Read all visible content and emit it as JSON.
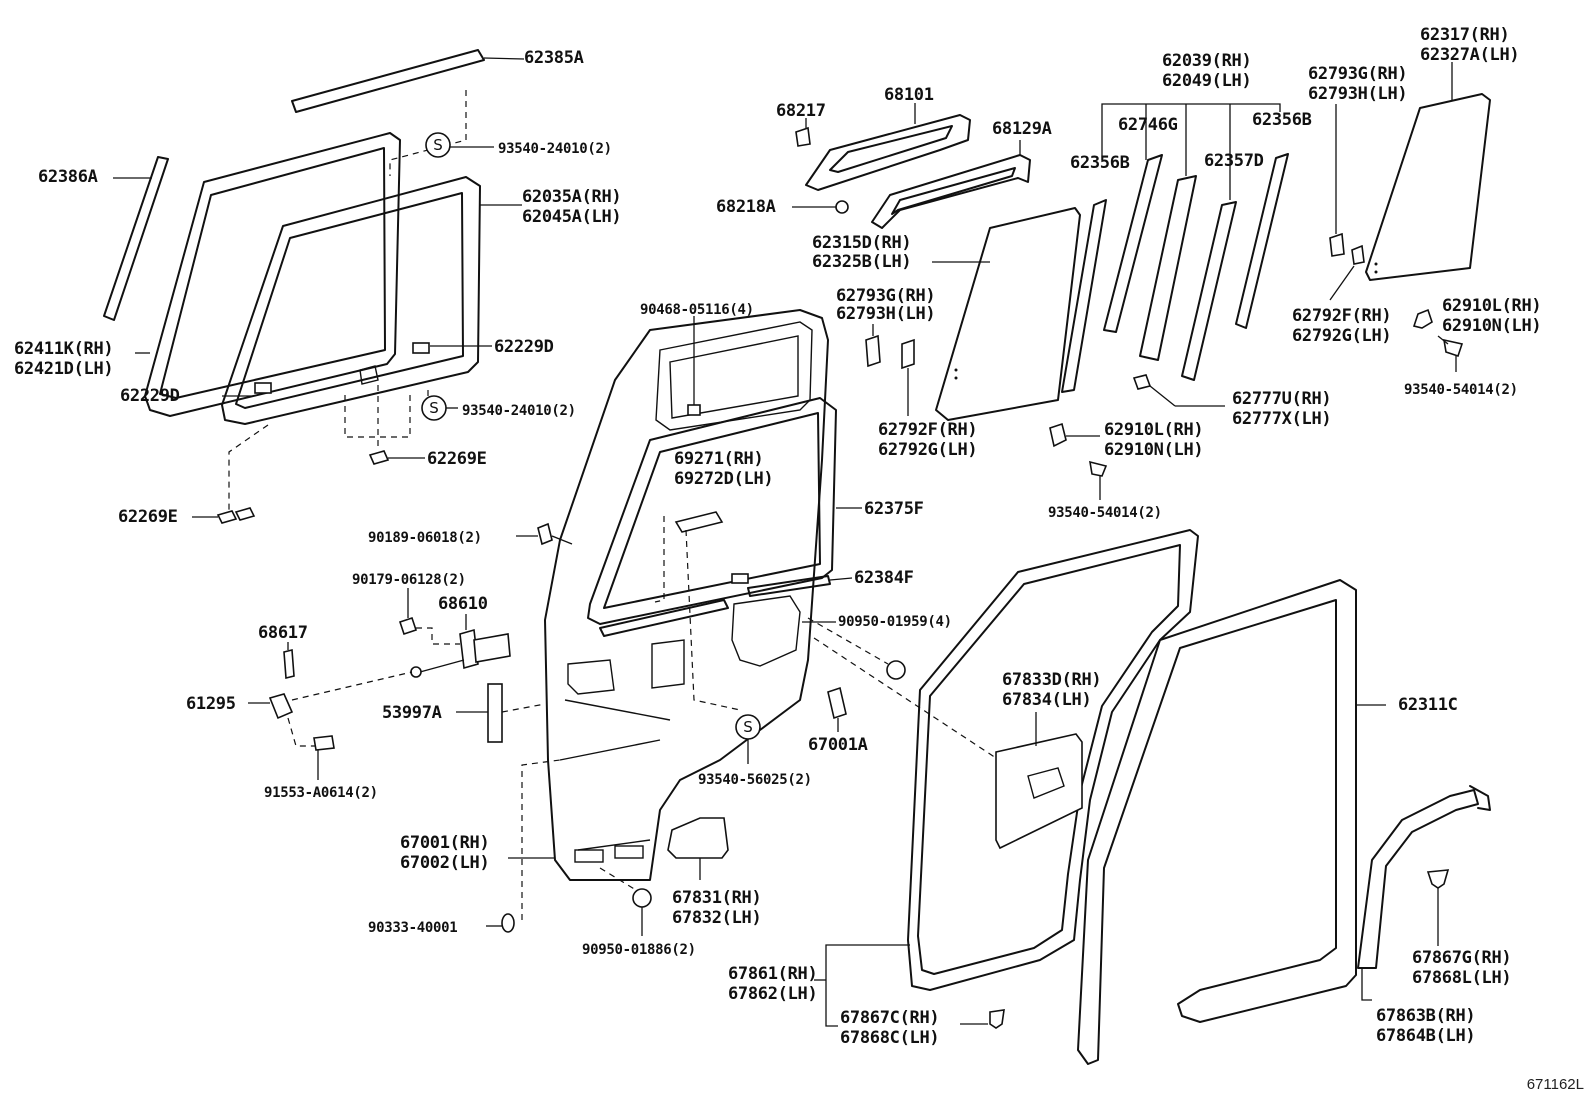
{
  "labels": {
    "l62385A": "62385A",
    "l93540_24010a": "93540-24010(2)",
    "l62386A": "62386A",
    "l62035A": "62035A(RH)",
    "l62045A": "62045A(LH)",
    "l62411K": "62411K(RH)",
    "l62421D": "62421D(LH)",
    "l62229Da": "62229D",
    "l62229Db": "62229D",
    "l93540_24010b": "93540-24010(2)",
    "l62269Ea": "62269E",
    "l62269Eb": "62269E",
    "l68217": "68217",
    "l68101": "68101",
    "l68129A": "68129A",
    "l68218A": "68218A",
    "l62039": "62039(RH)",
    "l62049": "62049(LH)",
    "l62746G": "62746G",
    "l62356Ba": "62356B",
    "l62356Bb": "62356B",
    "l62357D": "62357D",
    "l62315D": "62315D(RH)",
    "l62325B": "62325B(LH)",
    "l62317": "62317(RH)",
    "l62327A": "62327A(LH)",
    "l62793Ga": "62793G(RH)",
    "l62793Ha": "62793H(LH)",
    "l62793Gb": "62793G(RH)",
    "l62793Hb": "62793H(LH)",
    "l62792Fa": "62792F(RH)",
    "l62792Ga": "62792G(LH)",
    "l62792Fb": "62792F(RH)",
    "l62792Gb": "62792G(LH)",
    "l62910La": "62910L(RH)",
    "l62910Na": "62910N(LH)",
    "l62910Lb": "62910L(RH)",
    "l62910Nb": "62910N(LH)",
    "l93540_54014a": "93540-54014(2)",
    "l93540_54014b": "93540-54014(2)",
    "l62777U": "62777U(RH)",
    "l62777X": "62777X(LH)",
    "l90468": "90468-05116(4)",
    "l69271": "69271(RH)",
    "l69272D": "69272D(LH)",
    "l62375F": "62375F",
    "l62384F": "62384F",
    "l90189": "90189-06018(2)",
    "l90179": "90179-06128(2)",
    "l68610": "68610",
    "l68617": "68617",
    "l61295": "61295",
    "l53997A": "53997A",
    "l91553": "91553-A0614(2)",
    "l90950_01959": "90950-01959(4)",
    "l67001A": "67001A",
    "l93540_56025": "93540-56025(2)",
    "l67001": "67001(RH)",
    "l67002": "67002(LH)",
    "l67831": "67831(RH)",
    "l67832": "67832(LH)",
    "l90333": "90333-40001",
    "l90950_01886": "90950-01886(2)",
    "l67833D": "67833D(RH)",
    "l67834": "67834(LH)",
    "l62311C": "62311C",
    "l67861": "67861(RH)",
    "l67862": "67862(LH)",
    "l67867C": "67867C(RH)",
    "l67868C": "67868C(LH)",
    "l67867G": "67867G(RH)",
    "l67868L": "67868L(LH)",
    "l67863B": "67863B(RH)",
    "l67864B": "67864B(LH)"
  },
  "symbol": "S",
  "ref_code": "671162L"
}
